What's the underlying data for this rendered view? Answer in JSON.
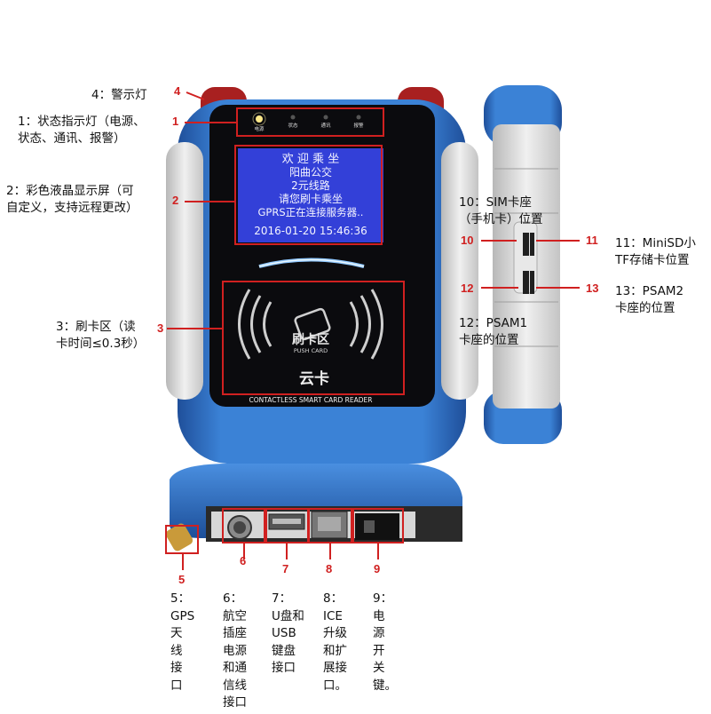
{
  "callouts": {
    "c1": {
      "num": "1",
      "text": "1：状态指示灯（电源、\n状态、通讯、报警）"
    },
    "c2": {
      "num": "2",
      "text": "2：彩色液晶显示屏（可\n自定义，支持远程更改）"
    },
    "c3": {
      "num": "3",
      "text": "3：刷卡区（读\n卡时间≤0.3秒）"
    },
    "c4": {
      "num": "4",
      "text": "4：警示灯"
    },
    "c5": {
      "num": "5",
      "text": "5：\nGPS\n天\n线\n接\n口"
    },
    "c6": {
      "num": "6",
      "text": "6：\n航空\n插座\n电源\n和通\n信线\n接口"
    },
    "c7": {
      "num": "7",
      "text": "7：\nU盘和\nUSB\n键盘\n接口"
    },
    "c8": {
      "num": "8",
      "text": "8：\nICE\n升级\n和扩\n展接\n口。"
    },
    "c9": {
      "num": "9",
      "text": "9：\n电\n源\n开\n关\n键。"
    },
    "c10": {
      "num": "10",
      "text": "10：SIM卡座\n（手机卡）位置"
    },
    "c11": {
      "num": "11",
      "text": "11：MiniSD小\nTF存储卡位置"
    },
    "c12": {
      "num": "12",
      "text": "12：PSAM1\n卡座的位置"
    },
    "c13": {
      "num": "13",
      "text": "13：PSAM2\n卡座的位置"
    }
  },
  "leds": [
    "电源",
    "状态",
    "通讯",
    "报警"
  ],
  "screen": {
    "lines": [
      "欢 迎 乘 坐",
      "阳曲公交",
      "2元线路",
      "请您刷卡乘坐",
      "GPRS正在连接服务器.."
    ],
    "datetime": "2016-01-20 15:46:36"
  },
  "card_area": {
    "title": "刷卡区",
    "subtitle": "PUSH CARD"
  },
  "brand": "云卡",
  "footer_text": "CONTACTLESS SMART CARD READER",
  "colors": {
    "callout_red": "#d02020",
    "body_blue": "#2f6fc4",
    "side_grey": "#d9d9d9",
    "screen_blue": "#3340d8",
    "screen_text": "#f4f4ff"
  }
}
